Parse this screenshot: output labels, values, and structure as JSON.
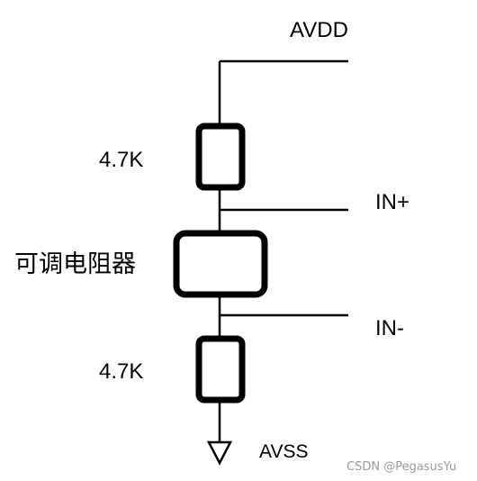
{
  "labels": {
    "avdd": "AVDD",
    "r_top_value": "4.7K",
    "in_plus": "IN+",
    "pot": "可调电阻器",
    "in_minus": "IN-",
    "r_bottom_value": "4.7K",
    "avss": "AVSS"
  },
  "watermark": "CSDN @PegasusYu",
  "colors": {
    "line": "#000000",
    "watermark": "#9a9a9a"
  }
}
